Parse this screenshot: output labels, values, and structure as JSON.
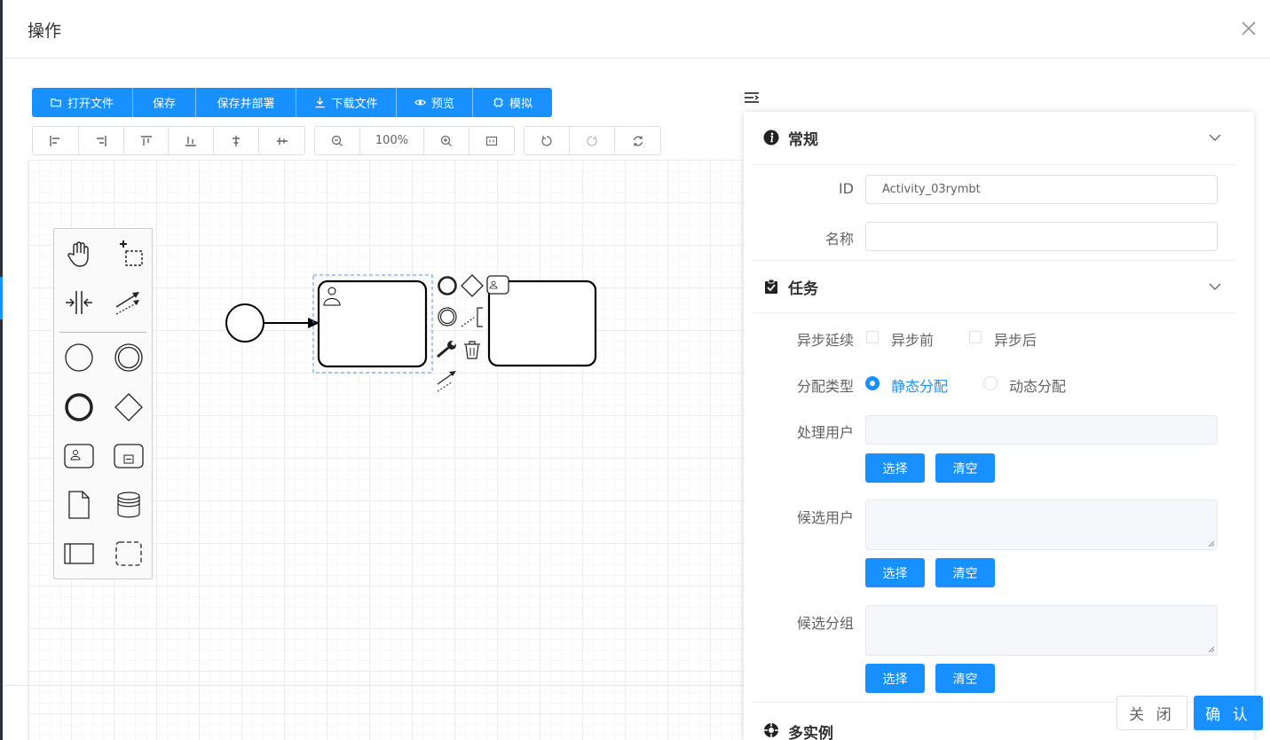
{
  "dialog": {
    "title": "操作"
  },
  "toolbar": {
    "open_file": "打开文件",
    "save": "保存",
    "save_deploy": "保存并部署",
    "download": "下载文件",
    "preview": "预览",
    "simulate": "模拟",
    "zoom_level": "100%"
  },
  "diagram": {
    "elements": [
      "start-event",
      "user-task",
      "task"
    ],
    "selected": "user-task"
  },
  "panel": {
    "general": {
      "title": "常规",
      "id_label": "ID",
      "id_value": "Activity_03rymbt",
      "name_label": "名称",
      "name_value": ""
    },
    "task": {
      "title": "任务",
      "async_label": "异步延续",
      "async_before": "异步前",
      "async_after": "异步后",
      "assign_type_label": "分配类型",
      "assign_static": "静态分配",
      "assign_dynamic": "动态分配",
      "assign_selected": "静态分配",
      "handler_label": "处理用户",
      "candidate_users_label": "候选用户",
      "candidate_groups_label": "候选分组",
      "select_label": "选择",
      "clear_label": "清空"
    },
    "multi_instance": {
      "title": "多实例"
    }
  },
  "footer": {
    "close": "关 闭",
    "confirm": "确 认"
  },
  "colors": {
    "primary": "#1890ff",
    "text": "#303133",
    "muted": "#606266"
  }
}
